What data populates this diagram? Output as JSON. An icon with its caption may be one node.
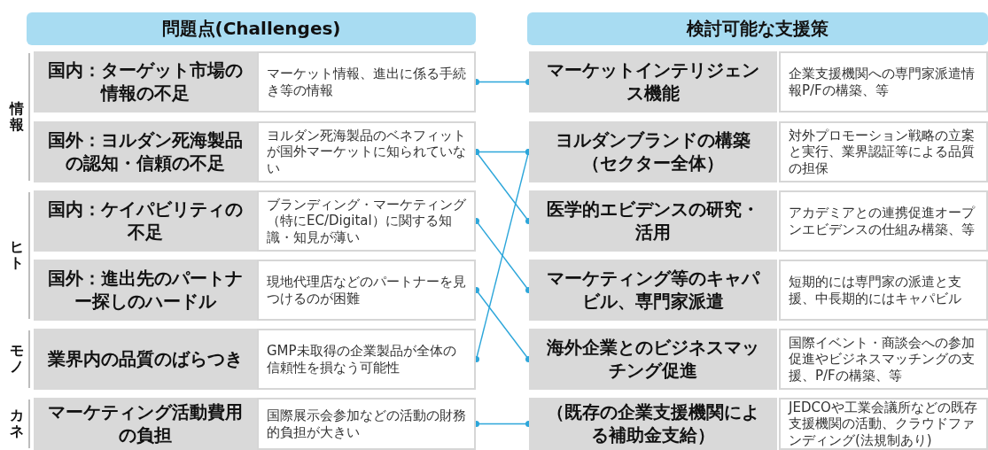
{
  "diagram": {
    "nodes": [
      {
        "text": [
          "問題点(Challenges)"
        ]
      },
      {
        "text": [
          "検討可能な支援策"
        ]
      },
      {
        "text": [
          "国内：ターゲット市場の情報の不足"
        ]
      },
      {
        "text": [
          "マーケット情報、進出に係る手続き等の情報"
        ]
      },
      {
        "text": [
          "国外：ヨルダン死海製品の認知・信頼の不足"
        ]
      },
      {
        "text": [
          "ヨルダン死海製品のベネフィットが国外マーケットに知られていない"
        ]
      },
      {
        "text": [
          "国内：ケイパビリティの不足"
        ]
      },
      {
        "text": [
          "ブランディング・マーケティング（特にEC/Digital）に関する知識・知見が薄い"
        ]
      },
      {
        "text": [
          "国外：進出先のパートナー探しのハードル"
        ]
      },
      {
        "text": [
          "現地代理店などのパートナーを見つけるのが困難"
        ]
      },
      {
        "text": [
          "業界内の品質のばらつき"
        ]
      },
      {
        "text": [
          "GMP未取得の企業製品が全体の信頼性を損なう可能性"
        ]
      },
      {
        "text": [
          "マーケティング活動費用の負担"
        ]
      },
      {
        "text": [
          "国際展示会参加などの活動の財務的負担が大きい"
        ]
      },
      {
        "text": [
          "マーケットインテリジェンス機能"
        ]
      },
      {
        "text": [
          "企業支援機関への専門家派遣情報P/Fの構築、等"
        ]
      },
      {
        "text": [
          "ヨルダンブランドの構築（セクター全体）"
        ]
      },
      {
        "text": [
          "対外プロモーション戦略の立案と実行、業界認証等による品質の担保"
        ]
      },
      {
        "text": [
          "医学的エビデンスの研究・活用"
        ]
      },
      {
        "text": [
          "アカデミアとの連携促進オープンエビデンスの仕組み構築、等"
        ]
      },
      {
        "text": [
          "マーケティング等のキャパビル、専門家派遣"
        ]
      },
      {
        "text": [
          "短期的には専門家の派遣と支援、中長期的にはキャパビル"
        ]
      },
      {
        "text": [
          "海外企業とのビジネスマッチング促進"
        ]
      },
      {
        "text": [
          "国際イベント・商談会への参加促進やビジネスマッチングの支援、P/Fの構築、等"
        ]
      },
      {
        "text": [
          "（既存の企業支援機関による補助金支給）"
        ]
      },
      {
        "text": [
          "JEDCOや工業会議所などの既存支援機関の活動、クラウドファンディング(法規制あり)"
        ]
      }
    ],
    "edges": [
      {
        "from": 3,
        "to": 14,
        "arrow": "other"
      },
      {
        "from": 5,
        "to": 16,
        "arrow": "other"
      },
      {
        "from": 5,
        "to": 18,
        "arrow": "other"
      },
      {
        "from": 7,
        "to": 20,
        "arrow": "other"
      },
      {
        "from": 9,
        "to": 22,
        "arrow": "other"
      },
      {
        "from": 11,
        "to": 16,
        "arrow": "other"
      },
      {
        "from": 13,
        "to": 24,
        "arrow": "other"
      }
    ],
    "labels": [
      "情報",
      "ヒト",
      "モノ",
      "カネ"
    ]
  }
}
